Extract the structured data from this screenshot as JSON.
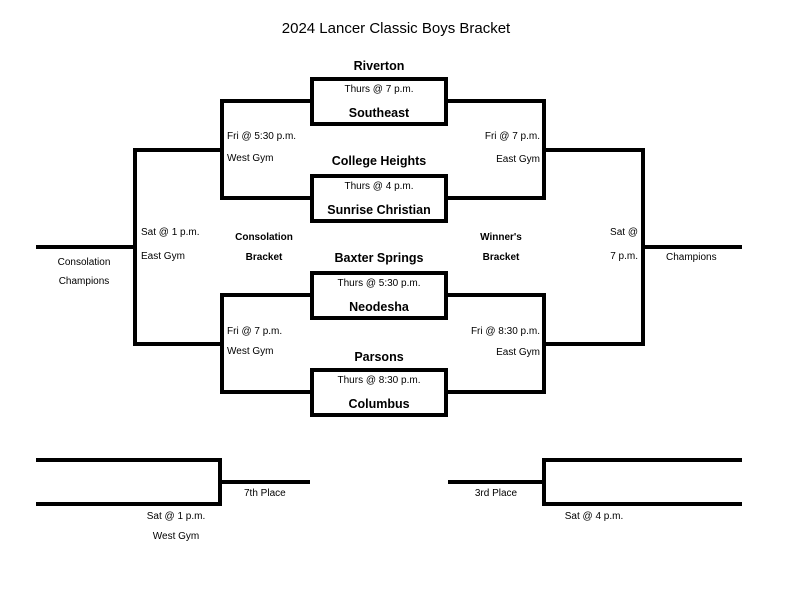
{
  "title": "2024 Lancer Classic Boys Bracket",
  "games": [
    {
      "top_team": "Riverton",
      "time": "Thurs @ 7 p.m.",
      "bottom_team": "Southeast"
    },
    {
      "top_team": "College Heights",
      "time": "Thurs @ 4 p.m.",
      "bottom_team": "Sunrise Christian"
    },
    {
      "top_team": "Baxter Springs",
      "time": "Thurs @ 5:30 p.m.",
      "bottom_team": "Neodesha"
    },
    {
      "top_team": "Parsons",
      "time": "Thurs @ 8:30 p.m.",
      "bottom_team": "Columbus"
    }
  ],
  "consolation_bracket": {
    "label_line1": "Consolation",
    "label_line2": "Bracket",
    "semifinal_top": {
      "time": "Fri @ 5:30 p.m.",
      "venue": "West Gym"
    },
    "semifinal_bottom": {
      "time": "Fri @ 7 p.m.",
      "venue": "West Gym"
    },
    "final": {
      "time": "Sat @ 1 p.m.",
      "venue": "East Gym"
    },
    "champion_line1": "Consolation",
    "champion_line2": "Champions"
  },
  "winners_bracket": {
    "label_line1": "Winner's",
    "label_line2": "Bracket",
    "semifinal_top": {
      "time": "Fri @ 7 p.m.",
      "venue": "East Gym"
    },
    "semifinal_bottom": {
      "time": "Fri @ 8:30 p.m.",
      "venue": "East Gym"
    },
    "final": {
      "time_line1": "Sat @",
      "time_line2": "7 p.m."
    },
    "champion_label": "Champions"
  },
  "seventh_place": {
    "label": "7th Place",
    "time": "Sat @ 1 p.m.",
    "venue": "West Gym"
  },
  "third_place": {
    "label": "3rd Place",
    "time": "Sat @ 4 p.m."
  },
  "colors": {
    "background": "#ffffff",
    "line": "#000000",
    "text": "#000000"
  }
}
